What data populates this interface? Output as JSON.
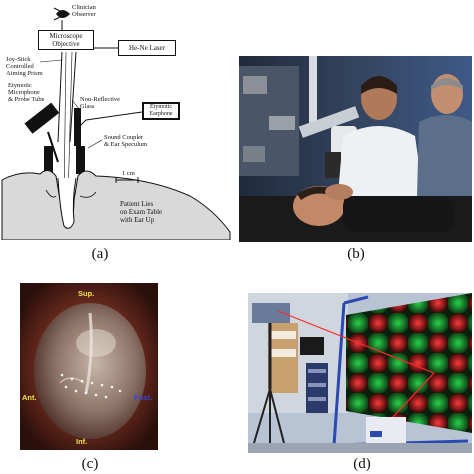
{
  "captions": {
    "a": "(a)",
    "b": "(b)",
    "c": "(c)",
    "d": "(d)"
  },
  "diagram_a": {
    "clinician": "Clinician\nObserver",
    "microscope": "Microscope\nObjective",
    "laser": "He-Ne Laser",
    "joystick": "Joy-Stick\nControlled\nAiming Prism",
    "etymotic_mic": "Etymotic\nMicrophone\n& Probe Tube",
    "glass": "Non-Reflective\nGlass",
    "earphone": "Etymotic\nEarphone",
    "coupler": "Sound Coupler\n& Ear Speculum",
    "scale": "1 cm",
    "patient": "Patient Lies\non Exam Table\nwith Ear Up"
  },
  "eardrum_c": {
    "sup": "Sup.",
    "ant": "Ant.",
    "post": "Post.",
    "inf": "Inf."
  },
  "colors": {
    "label_yellow": "#f2e24a",
    "label_blue": "#3a46d8",
    "holo_green": "#1fa83a",
    "holo_red": "#d8262a"
  }
}
